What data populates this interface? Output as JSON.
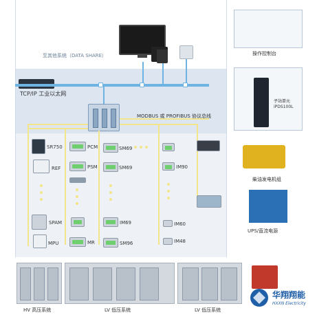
{
  "labels": {
    "data_share": "至其他系统（DATA SHARE）",
    "tcpip": "TCP/IP 工业以太网",
    "modbus": "MODBUS 或 PROFIBUS 协议总线",
    "sr750": "SR750",
    "ref": "REF",
    "spam": "SPAM",
    "mpu": "MPU",
    "pcm": "PCM",
    "psm": "PSM",
    "mr": "MR",
    "sm69a": "SM69",
    "sm69b": "SM69",
    "im69": "IM69",
    "sm96": "SM96",
    "im90": "IM90",
    "im60": "IM60",
    "im48": "IM48"
  },
  "side": {
    "console_label": "操作控制台",
    "substation_label_1": "子站单元",
    "substation_label_2": "iPDS100L",
    "generator_label": "柴油发电机组",
    "ups_label": "UPS/直流电源"
  },
  "photos": {
    "hv": "HV 高压系统",
    "lv1": "LV 低压系统",
    "lv2": "LV 低压系统"
  },
  "logo": {
    "cn": "华翔翔能",
    "en": "HXXN Electricity"
  }
}
